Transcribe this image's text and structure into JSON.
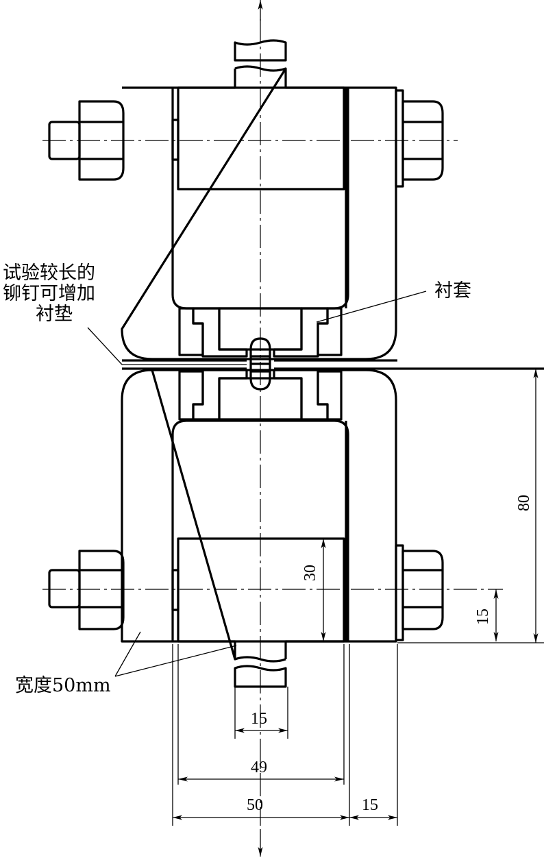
{
  "title": "铆钉剪切试验夹具",
  "annotations": {
    "longer_rivet_note": [
      "试验较长的",
      "铆钉可增加",
      "衬垫"
    ],
    "bushing": "衬套",
    "width_note": "宽度50mm"
  },
  "dimensions": {
    "specimen_width": "15",
    "inner_width": "49",
    "outer_width": "50",
    "plate_thickness": "15",
    "block_height": "30",
    "bolt_offset": "15",
    "total_height": "80"
  },
  "colors": {
    "line": "#000000",
    "background": "#ffffff"
  }
}
